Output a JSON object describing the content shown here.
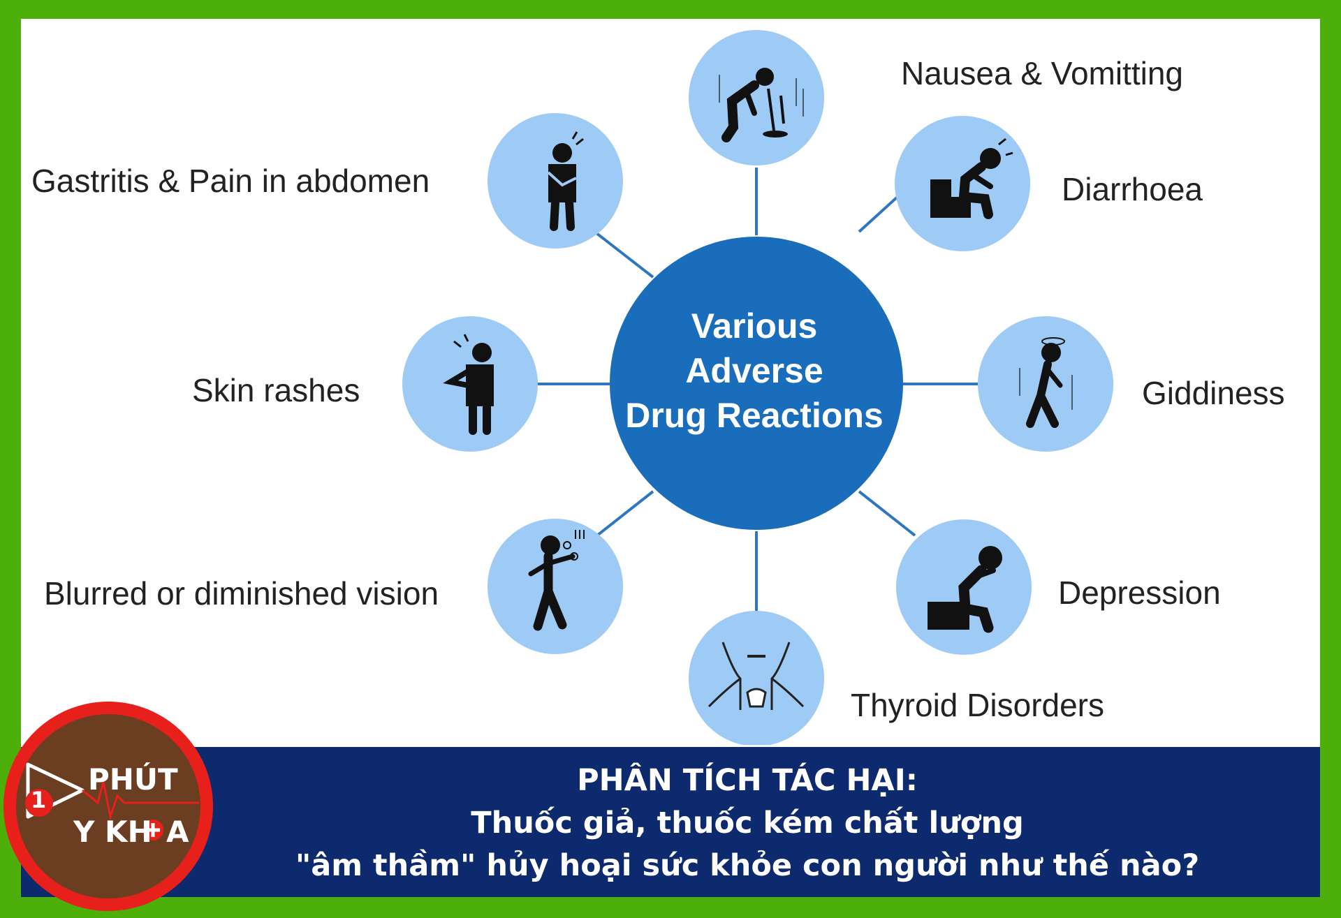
{
  "diagram": {
    "center": [
      "Various",
      "Adverse",
      "Drug Reactions"
    ],
    "nodes": [
      {
        "id": "nausea",
        "label": "Nausea & Vomitting",
        "icon": "vomiting-person-icon"
      },
      {
        "id": "diarrhoea",
        "label": "Diarrhoea",
        "icon": "person-on-toilet-icon"
      },
      {
        "id": "giddiness",
        "label": "Giddiness",
        "icon": "dizzy-person-icon"
      },
      {
        "id": "depression",
        "label": "Depression",
        "icon": "sad-sitting-person-icon"
      },
      {
        "id": "thyroid",
        "label": "Thyroid Disorders",
        "icon": "neck-thyroid-icon"
      },
      {
        "id": "vision",
        "label": "Blurred or diminished vision",
        "icon": "blurred-vision-person-icon"
      },
      {
        "id": "skin",
        "label": "Skin rashes",
        "icon": "scratching-person-icon"
      },
      {
        "id": "gastritis",
        "label": "Gastritis & Pain in abdomen",
        "icon": "abdominal-pain-person-icon"
      }
    ]
  },
  "banner": {
    "line1": "PHÂN TÍCH TÁC HẠI:",
    "line2": "Thuốc giả, thuốc kém chất lượng",
    "line3": "\"âm thầm\" hủy hoại sức khỏe con người như thế nào?"
  },
  "logo": {
    "number": "1",
    "line1": "PHÚT",
    "line2_left": "Y KH",
    "line2_right": "A"
  },
  "colors": {
    "border": "#4caf0a",
    "node": "#9ecbf6",
    "center": "#1a6dbb",
    "spoke": "#2f76c0",
    "banner": "#0e2a6e",
    "logo_ring": "#e8201c",
    "logo_fill": "#6b3e22"
  }
}
